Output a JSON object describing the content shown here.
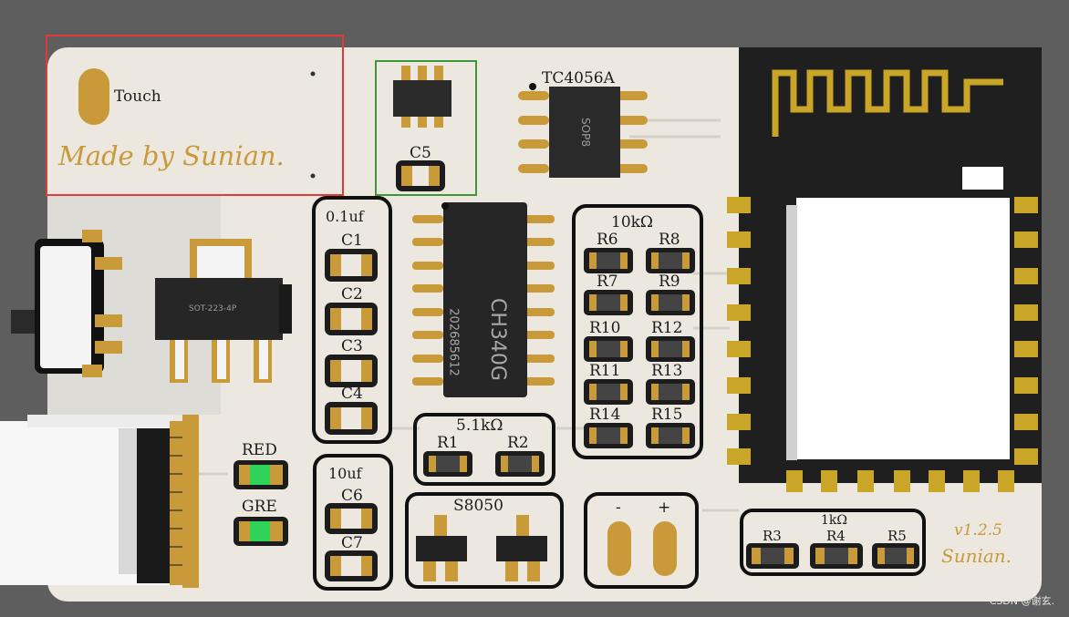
{
  "labels": {
    "touch": "Touch",
    "made_by": "Made by Sunian.",
    "c5": "C5",
    "tc4056a": "TC4056A",
    "sop8": "SOP8",
    "cap_value_1": "0.1uf",
    "c1": "C1",
    "c2": "C2",
    "c3": "C3",
    "c4": "C4",
    "ch340g": "CH340G",
    "ch340g_code": "202685612",
    "res_10k": "10kΩ",
    "r6": "R6",
    "r7": "R7",
    "r8": "R8",
    "r9": "R9",
    "r10": "R10",
    "r11": "R11",
    "r12": "R12",
    "r13": "R13",
    "r14": "R14",
    "r15": "R15",
    "res_5k1": "5.1kΩ",
    "r1": "R1",
    "r2": "R2",
    "regulator_text": "SOT-223-4P",
    "red": "RED",
    "gre": "GRE",
    "cap_value_2": "10uf",
    "c6": "C6",
    "c7": "C7",
    "s8050": "S8050",
    "minus": "-",
    "plus": "+",
    "res_1k": "1kΩ",
    "r3": "R3",
    "r4": "R4",
    "r5": "R5",
    "version": "v1.2.5",
    "sunian": "Sunian."
  },
  "watermark": "CSDN @谢玄.",
  "colors": {
    "board": "#ece8e0",
    "gold": "#c89a3a",
    "chip": "#2a2a2a",
    "red_box": "#e03a3a",
    "green_box": "#3a9a3a",
    "led": "#2fd35a"
  }
}
